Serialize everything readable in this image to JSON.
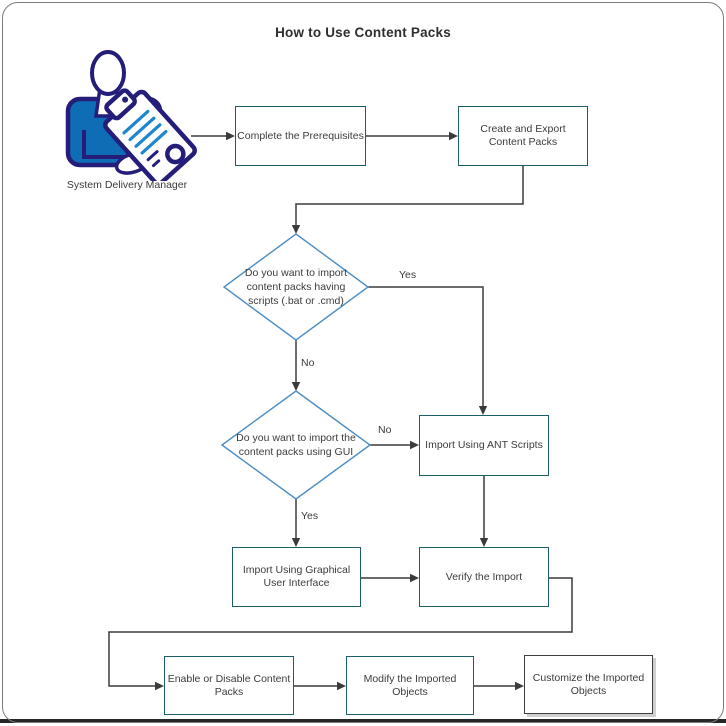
{
  "title": "How to Use Content Packs",
  "actor": {
    "caption": "System Delivery Manager",
    "icon": "person-with-clipboard"
  },
  "nodes": {
    "prerequisites": {
      "label": "Complete the Prerequisites",
      "type": "process"
    },
    "create_export": {
      "label": "Create and Export Content Packs",
      "type": "process"
    },
    "decision_scripts": {
      "label": "Do you want to import content packs having scripts (.bat or .cmd)",
      "type": "decision"
    },
    "decision_gui": {
      "label": "Do you want to import the content packs using GUI",
      "type": "decision"
    },
    "import_ant": {
      "label": "Import Using ANT Scripts",
      "type": "process"
    },
    "import_gui": {
      "label": "Import Using Graphical User Interface",
      "type": "process"
    },
    "verify": {
      "label": "Verify the Import",
      "type": "process"
    },
    "enable_disable": {
      "label": "Enable or Disable Content Packs",
      "type": "process"
    },
    "modify": {
      "label": "Modify the Imported Objects",
      "type": "process"
    },
    "customize": {
      "label": "Customize the Imported Objects",
      "type": "process"
    }
  },
  "edge_labels": {
    "scripts_yes": "Yes",
    "scripts_no": "No",
    "gui_no": "No",
    "gui_yes": "Yes"
  },
  "colors": {
    "process_border": "#1d5d64",
    "customize_border": "#3e3e3e",
    "decision_border": "#4c8dc3",
    "connector": "#3b3b3b",
    "icon_outline": "#251d7a",
    "icon_fill": "#0f6db5",
    "icon_lines": "#1d86cf",
    "text": "#3c3c3c"
  }
}
